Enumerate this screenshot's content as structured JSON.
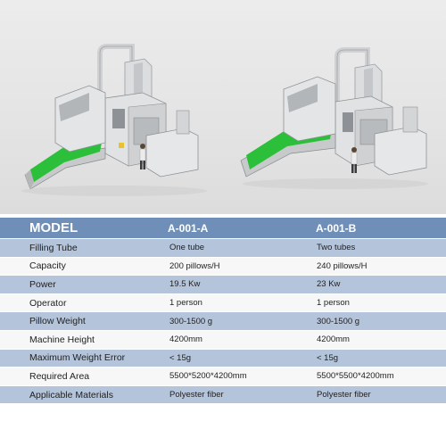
{
  "table": {
    "headers": [
      "MODEL",
      "A-001-A",
      "A-001-B"
    ],
    "rows": [
      [
        "Filling Tube",
        "One tube",
        "Two tubes"
      ],
      [
        "Capacity",
        "200 pillows/H",
        "240 pillows/H"
      ],
      [
        "Power",
        "19.5 Kw",
        "23 Kw"
      ],
      [
        "Operator",
        "1 person",
        "1 person"
      ],
      [
        "Pillow Weight",
        "300-1500 g",
        "300-1500 g"
      ],
      [
        "Machine Height",
        "4200mm",
        "4200mm"
      ],
      [
        "Maximum Weight Error",
        "< 15g",
        "< 15g"
      ],
      [
        "Required Area",
        "5500*5200*4200mm",
        "5500*5500*4200mm"
      ],
      [
        "Applicable Materials",
        "Polyester fiber",
        "Polyester fiber"
      ]
    ]
  },
  "colors": {
    "header_bg": "#6f8fb8",
    "row_stripe": "#b4c4db",
    "row_plain": "#f7f7f7",
    "conveyor_green": "#2bbf3a",
    "machine_steel": "#d9dadb"
  },
  "illustration": {
    "items": [
      "machine-a-001-a",
      "machine-a-001-b"
    ]
  }
}
